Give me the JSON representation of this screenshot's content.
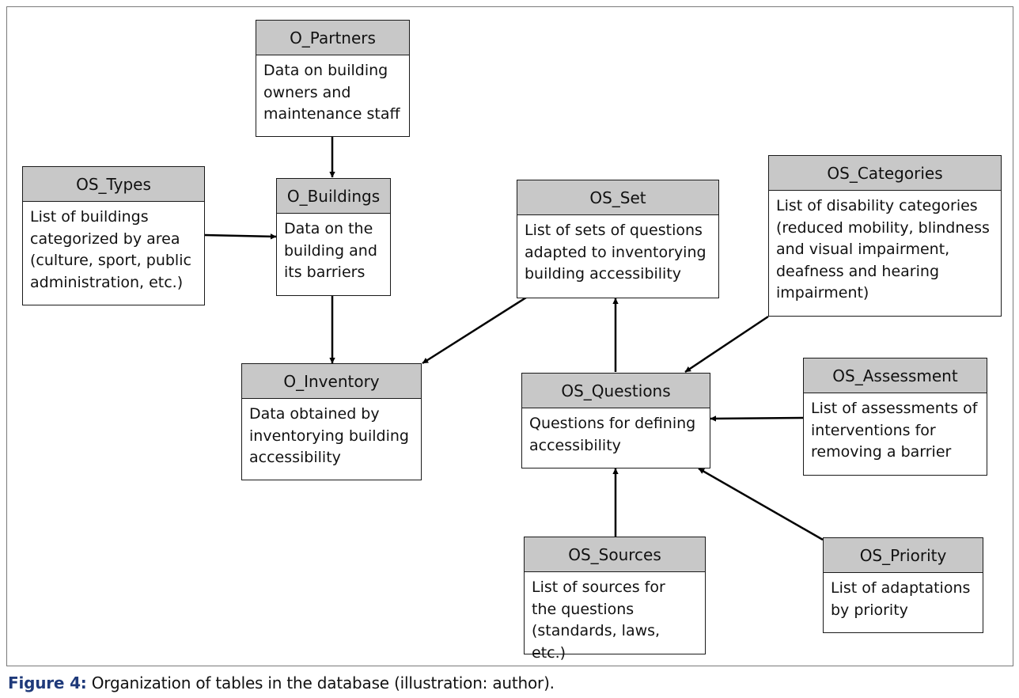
{
  "tables": {
    "o_partners": {
      "name": "O_Partners",
      "desc": "Data on building\nowners and\nmaintenance staff"
    },
    "os_types": {
      "name": "OS_Types",
      "desc": "List of buildings\ncategorized by area\n(culture, sport, public\nadministration, etc.)"
    },
    "o_buildings": {
      "name": "O_Buildings",
      "desc": "Data on the\nbuilding and\nits barriers"
    },
    "os_set": {
      "name": "OS_Set",
      "desc": "List of sets of questions\nadapted to inventorying\nbuilding accessibility"
    },
    "os_categories": {
      "name": "OS_Categories",
      "desc": "List of disability categories\n(reduced mobility, blindness\nand visual impairment,\ndeafness and hearing\nimpairment)"
    },
    "o_inventory": {
      "name": "O_Inventory",
      "desc": "Data obtained by\ninventorying building\naccessibility"
    },
    "os_questions": {
      "name": "OS_Questions",
      "desc": "Questions for defining\naccessibility"
    },
    "os_assessment": {
      "name": "OS_Assessment",
      "desc": "List of assessments of\ninterventions for\nremoving a barrier"
    },
    "os_sources": {
      "name": "OS_Sources",
      "desc": "List of sources for\nthe questions\n(standards, laws, etc.)"
    },
    "os_priority": {
      "name": "OS_Priority",
      "desc": "List of adaptations\nby priority"
    }
  },
  "edges": [
    {
      "from": "O_Partners",
      "to": "O_Buildings"
    },
    {
      "from": "OS_Types",
      "to": "O_Buildings"
    },
    {
      "from": "O_Buildings",
      "to": "O_Inventory"
    },
    {
      "from": "OS_Set",
      "to": "O_Inventory"
    },
    {
      "from": "OS_Questions",
      "to": "OS_Set"
    },
    {
      "from": "OS_Categories",
      "to": "OS_Questions"
    },
    {
      "from": "OS_Assessment",
      "to": "OS_Questions"
    },
    {
      "from": "OS_Sources",
      "to": "OS_Questions"
    },
    {
      "from": "OS_Priority",
      "to": "OS_Questions"
    }
  ],
  "caption": {
    "label": "Figure 4:",
    "text": " Organization of tables in the database (illustration: author)."
  }
}
